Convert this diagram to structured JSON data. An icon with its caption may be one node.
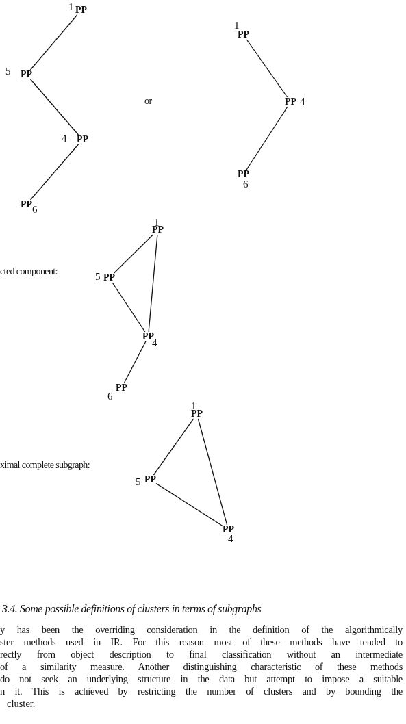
{
  "diagram": {
    "caption": "3.4. Some possible definitions of clusters in terms of subgraphs",
    "nodes": [
      {
        "text": [
          "PP"
        ],
        "beside": [
          "1"
        ]
      },
      {
        "text": [
          "PP"
        ],
        "beside": [
          "5"
        ]
      },
      {
        "text": [
          "PP"
        ],
        "beside": [
          "4"
        ]
      },
      {
        "text": [
          "PP"
        ],
        "beside": [
          "6"
        ]
      },
      {
        "text": [
          "PP"
        ],
        "beside": [
          "1"
        ]
      },
      {
        "text": [
          "PP"
        ],
        "beside": [
          "4"
        ]
      },
      {
        "text": [
          "PP"
        ],
        "beside": [
          "6"
        ]
      },
      {
        "text": [
          "PP"
        ],
        "beside": [
          "1"
        ]
      },
      {
        "text": [
          "PP"
        ],
        "beside": [
          "5"
        ]
      },
      {
        "text": [
          "PP"
        ],
        "beside": [
          "4"
        ]
      },
      {
        "text": [
          "PP"
        ],
        "beside": [
          "6"
        ]
      },
      {
        "text": [
          "PP"
        ],
        "beside": [
          "1"
        ]
      },
      {
        "text": [
          "PP"
        ],
        "beside": [
          "5"
        ]
      },
      {
        "text": [
          "PP"
        ],
        "beside": [
          "4"
        ]
      }
    ],
    "edges": [
      {
        "from": 0,
        "to": 1,
        "arrow": "none"
      },
      {
        "from": 1,
        "to": 2,
        "arrow": "none"
      },
      {
        "from": 2,
        "to": 3,
        "arrow": "none"
      },
      {
        "from": 4,
        "to": 5,
        "arrow": "none"
      },
      {
        "from": 5,
        "to": 6,
        "arrow": "none"
      },
      {
        "from": 7,
        "to": 8,
        "arrow": "none"
      },
      {
        "from": 7,
        "to": 9,
        "arrow": "none"
      },
      {
        "from": 8,
        "to": 9,
        "arrow": "none"
      },
      {
        "from": 9,
        "to": 10,
        "arrow": "none"
      },
      {
        "from": 11,
        "to": 12,
        "arrow": "none"
      },
      {
        "from": 11,
        "to": 13,
        "arrow": "none"
      },
      {
        "from": 12,
        "to": 13,
        "arrow": "none"
      }
    ],
    "labels": [
      "or",
      "cted component:",
      "ximal complete subgraph:",
      "y has been the overriding consideration in the definition of the algorithmically",
      "ster methods used in IR. For this reason most of these methods have tended to",
      "rectly from object description to final classification without an intermediate",
      "of a similarity measure. Another distinguishing characteristic of these methods",
      "do not seek an underlying structure in the data but attempt to impose a suitable",
      "n it. This is achieved by restricting the number of clusters and by bounding the",
      "cluster."
    ]
  }
}
